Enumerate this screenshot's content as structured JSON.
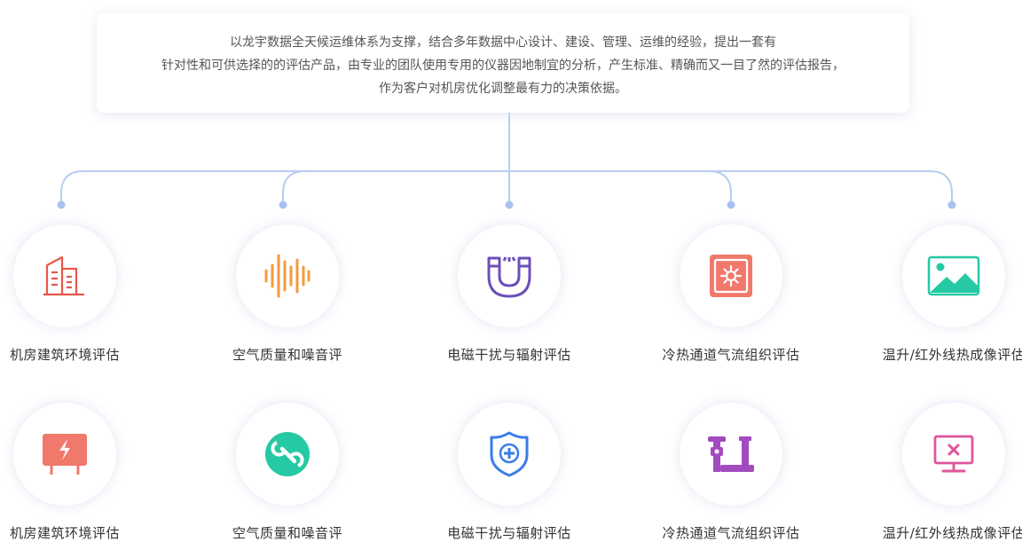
{
  "intro": {
    "line1": "以龙宇数据全天候运维体系为支撑，结合多年数据中心设计、建设、管理、运维的经验，提出一套有",
    "line2": "针对性和可供选择的的评估产品，由专业的团队使用专用的仪器因地制宜的分析，产生标准、精确而又一目了然的评估报告，",
    "line3": "作为客户对机房优化调整最有力的决策依据。"
  },
  "row1": [
    {
      "label": "机房建筑环境评估",
      "icon": "building-icon",
      "color": "#e8564a"
    },
    {
      "label": "空气质量和噪音评",
      "icon": "sound-wave-icon",
      "color": "#f59a3c"
    },
    {
      "label": "电磁干扰与辐射评估",
      "icon": "magnet-icon",
      "color": "#6c4fb8"
    },
    {
      "label": "冷热通道气流组织评估",
      "icon": "safe-icon",
      "color": "#f0796c"
    },
    {
      "label": "温升/红外线热成像评估",
      "icon": "image-icon",
      "color": "#25c9a3"
    }
  ],
  "row2": [
    {
      "label": "机房建筑环境评估",
      "icon": "power-board-icon",
      "color": "#f0796c"
    },
    {
      "label": "空气质量和噪音评",
      "icon": "wrench-icon",
      "color": "#25c9a3"
    },
    {
      "label": "电磁干扰与辐射评估",
      "icon": "shield-icon",
      "color": "#3a7ee8"
    },
    {
      "label": "冷热通道气流组织评估",
      "icon": "pipe-valve-icon",
      "color": "#a24bc0"
    },
    {
      "label": "温升/红外线热成像评估",
      "icon": "monitor-error-icon",
      "color": "#e0559a"
    }
  ],
  "colors": {
    "connector": "#b8cdf0",
    "dot": "#a9c1ee"
  }
}
